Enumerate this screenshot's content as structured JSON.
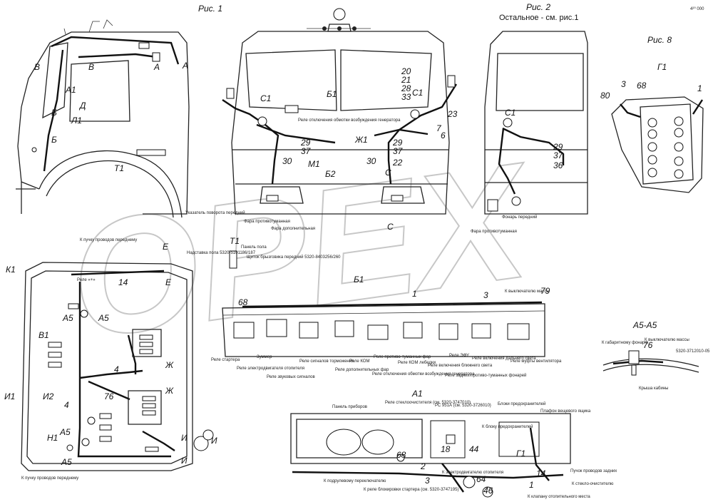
{
  "figure_titles": {
    "fig1": "Рис. 1",
    "fig2": "Рис. 2",
    "fig2_note": "Остальное - см. рис.1",
    "fig8": "Рис. 8",
    "corner_code": "4²⁰ 000"
  },
  "watermark": "OPEX",
  "section_labels": {
    "v": "В",
    "a": "А",
    "a1": "А1",
    "b": "Б",
    "d": "Д",
    "l1": "Л1",
    "t1": "Т1",
    "b1": "Б1",
    "b2": "Б2",
    "m1": "М1",
    "zh1": "Ж1",
    "s": "С",
    "s1": "С1",
    "g1": "Г1",
    "k1": "К1",
    "e": "Е",
    "a5": "А5",
    "v1": "В1",
    "i": "И",
    "i1": "И1",
    "i2": "И2",
    "zh": "Ж",
    "n1": "Н1",
    "a5a5": "А5-А5"
  },
  "numbers": {
    "n20": "20",
    "n21": "21",
    "n28": "28",
    "n33": "33",
    "n23": "23",
    "n6": "6",
    "n7": "7",
    "n29": "29",
    "n37": "37",
    "n30": "30",
    "n22": "22",
    "n36": "36",
    "n80": "80",
    "n3": "3",
    "n68": "68",
    "n1": "1",
    "n14": "14",
    "n4": "4",
    "n76": "76",
    "n79": "79",
    "n18": "18",
    "n44": "44",
    "n64": "64",
    "n46": "46",
    "n2": "2"
  },
  "annotations": {
    "relay_excitation": "Реле отключения обмотки возбуждения генератора",
    "front_turn_indicator": "Указатель поворота передний",
    "headlight_main": "Фара противотуманная",
    "headlight_extra": "Фара дополнительная",
    "front_lamp": "Фонарь передний",
    "fog_lamp_right": "Фара противотуманная",
    "floor_panel_cover": "Надставка пола 5320-5101186/187",
    "floor_panel": "Панель пола",
    "front_shield": "Щиток брызговика передний 5320-8403256/260",
    "to_front_harness_top": "К пучку проводов переднему",
    "to_front_harness_bottom": "К пучку проводов переднему",
    "relay_plus": "Реле «+»",
    "to_mass_switch": "К выключателю массы",
    "to_gauge_lamp": "К габаритному фонарю",
    "gauge_code": "5320-3712010-05",
    "cab_roof": "Крыша кабины",
    "instrument_panel": "Панель приборов",
    "glass_cleaner_switch": "Реле стеклоочистителя (см. 5320-3747010)",
    "pc_label": "РС 951А (см. 5320-3726010)",
    "fuse_blocks": "Блоки предохранителей",
    "ceiling_lamp": "Плафон вещевого ящика",
    "to_fuse_block": "К блоку предохранителей",
    "to_wiper_switch": "К подрулевому переключателю",
    "to_starter_relay": "К реле блокировки стартера (см. 5320-3747195)",
    "to_heater_motor": "К электродвигателю отопителя",
    "to_trailer_socket": "К клапану отопительного места",
    "harness_rear_lights": "Пучок проводов задних",
    "to_glass_washer": "К стекло-очистителю"
  },
  "relay_panel_labels": {
    "starter_relay": "Реле стартера",
    "buzzer": "Зуммер",
    "heater_motor_relay": "Реле электродвигателя отопителя",
    "horn_relay": "Реле звуковых сигналов",
    "signal_relay": "Реле сигналов торможения",
    "kom_relay": "Реле КОМ",
    "fog_relay": "Реле противо-туманных фар",
    "extra_lights_relay": "Реле дополнительных фар",
    "kom_relay2": "Реле КОМ лебедки",
    "excitation_relay": "Реле отключения обмотки возбуждения генератора",
    "evu_relay": "Реле ЭФУ",
    "far_light_relay": "Реле включения дальнего света",
    "near_light_relay": "Реле включения ближнего света",
    "rear_fog_relay": "Реле задних противо-туманных фонарей",
    "fan_relay": "Реле муфты вентилятора"
  }
}
